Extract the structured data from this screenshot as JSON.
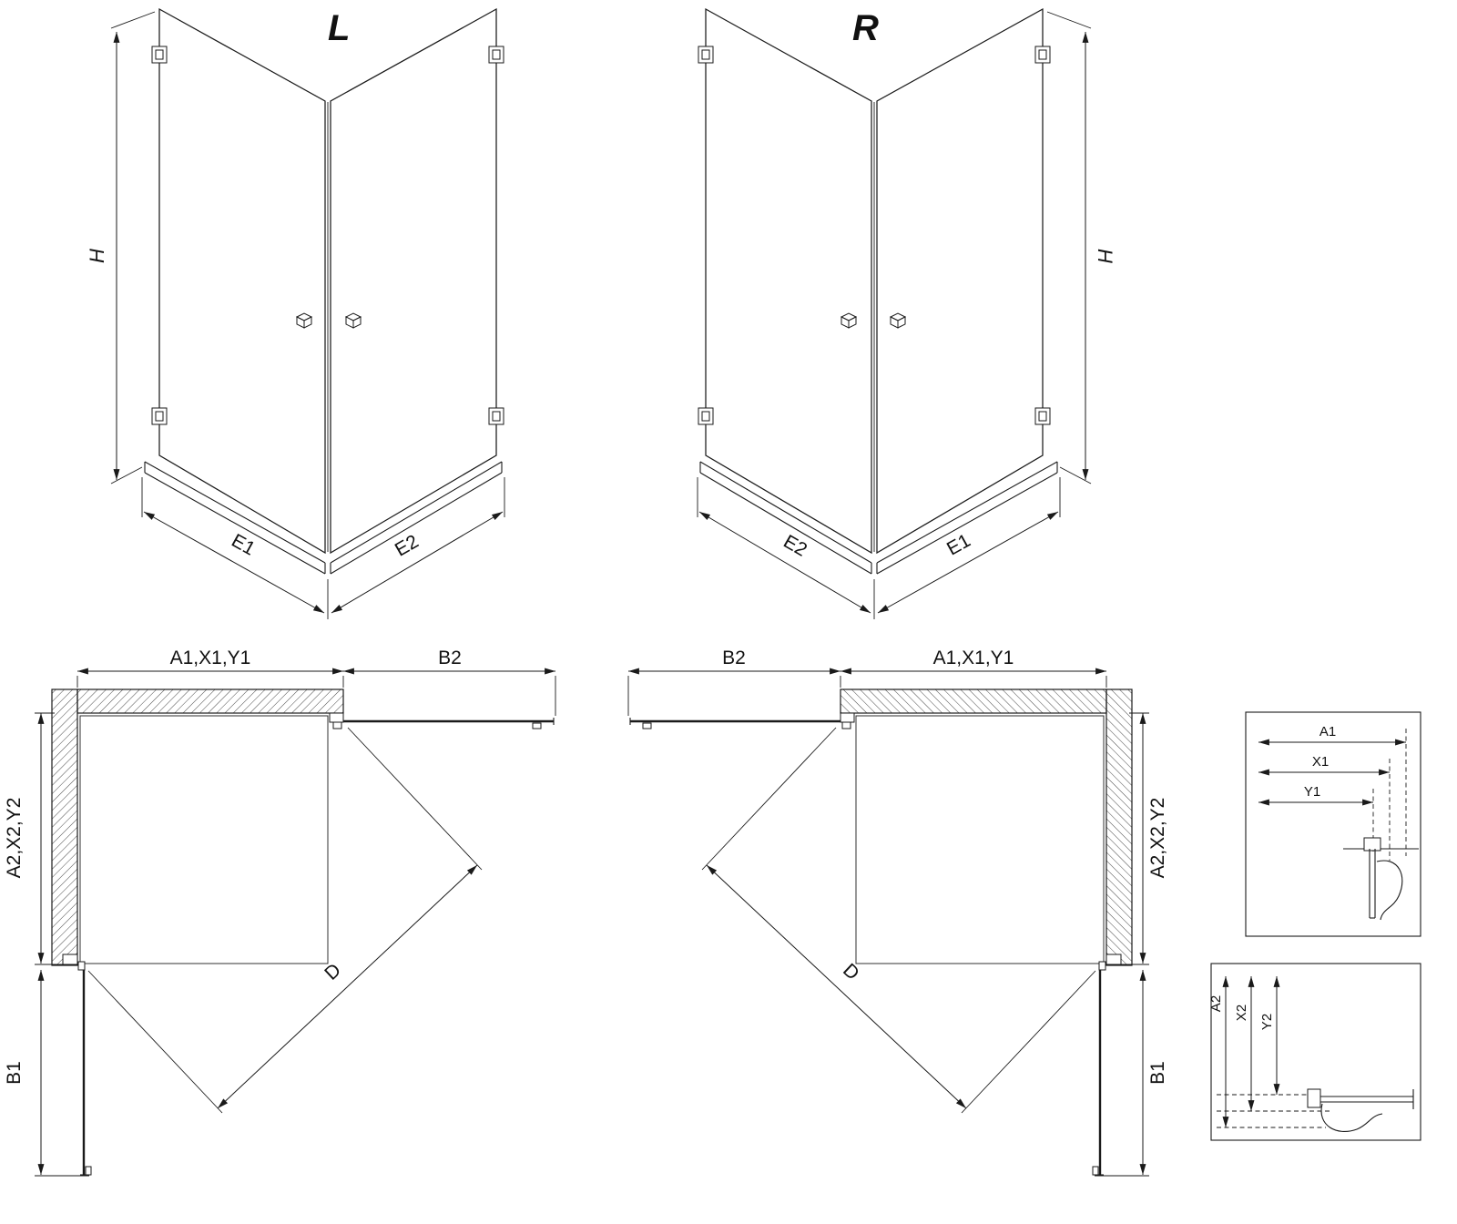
{
  "drawing": {
    "iso_left": {
      "label": "L",
      "dim_height": "H",
      "dim_bottom_left": "E1",
      "dim_bottom_right": "E2"
    },
    "iso_right": {
      "label": "R",
      "dim_height": "H",
      "dim_bottom_left": "E2",
      "dim_bottom_right": "E1"
    },
    "plan_left": {
      "dim_top": "A1,X1,Y1",
      "dim_door_top": "B2",
      "dim_side": "A2,X2,Y2",
      "dim_door_side": "B1",
      "dim_diagonal": "D"
    },
    "plan_right": {
      "dim_top": "A1,X1,Y1",
      "dim_door_top": "B2",
      "dim_side": "A2,X2,Y2",
      "dim_door_side": "B1",
      "dim_diagonal": "D"
    },
    "detail_top": {
      "dim_a": "A1",
      "dim_x": "X1",
      "dim_y": "Y1"
    },
    "detail_bottom": {
      "dim_a": "A2",
      "dim_x": "X2",
      "dim_y": "Y2"
    }
  },
  "colors": {
    "line": "#1a1a1a",
    "background": "#ffffff"
  }
}
